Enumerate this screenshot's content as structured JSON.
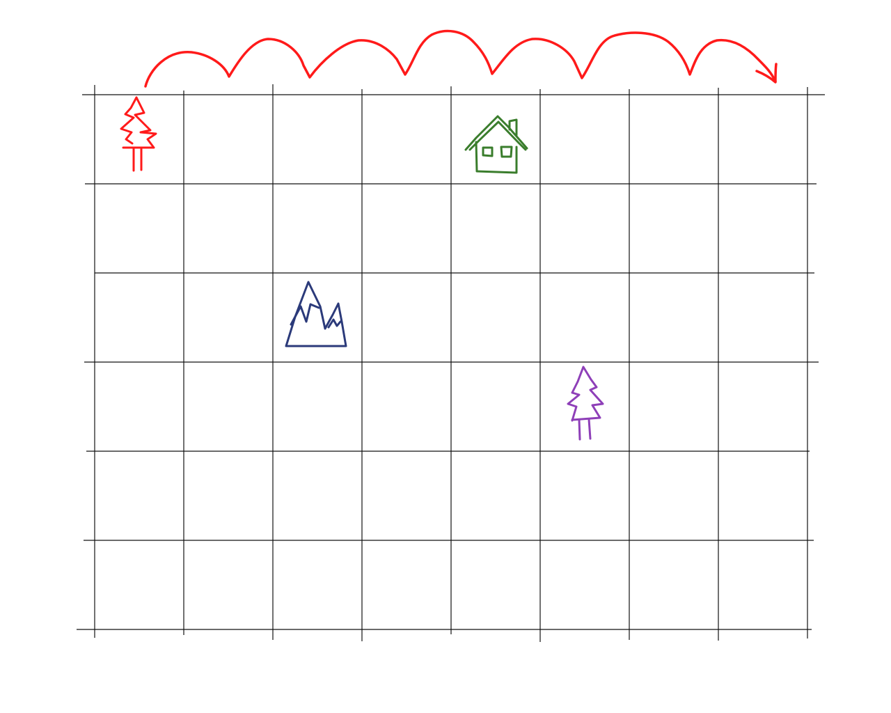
{
  "grid": {
    "rows": 6,
    "columns": 8,
    "line_color": "#111111"
  },
  "markers": [
    {
      "name": "red-tree-marker",
      "icon": "pine-tree-icon",
      "row": 1,
      "column": 1,
      "color": "#ff1a1a"
    },
    {
      "name": "green-house-marker",
      "icon": "house-icon",
      "row": 1,
      "column": 5,
      "color": "#3a7d2c"
    },
    {
      "name": "blue-mountain-marker",
      "icon": "mountain-icon",
      "row": 3,
      "column": 3,
      "color": "#2b3a7a"
    },
    {
      "name": "purple-tree-marker",
      "icon": "pine-tree-icon",
      "row": 4,
      "column": 6,
      "color": "#8e3fb8"
    }
  ],
  "path": {
    "icon": "hop-arrow-icon",
    "color": "#ff1a1a",
    "from_column": 1,
    "to_column": 8,
    "hops": 7,
    "direction": "right"
  }
}
